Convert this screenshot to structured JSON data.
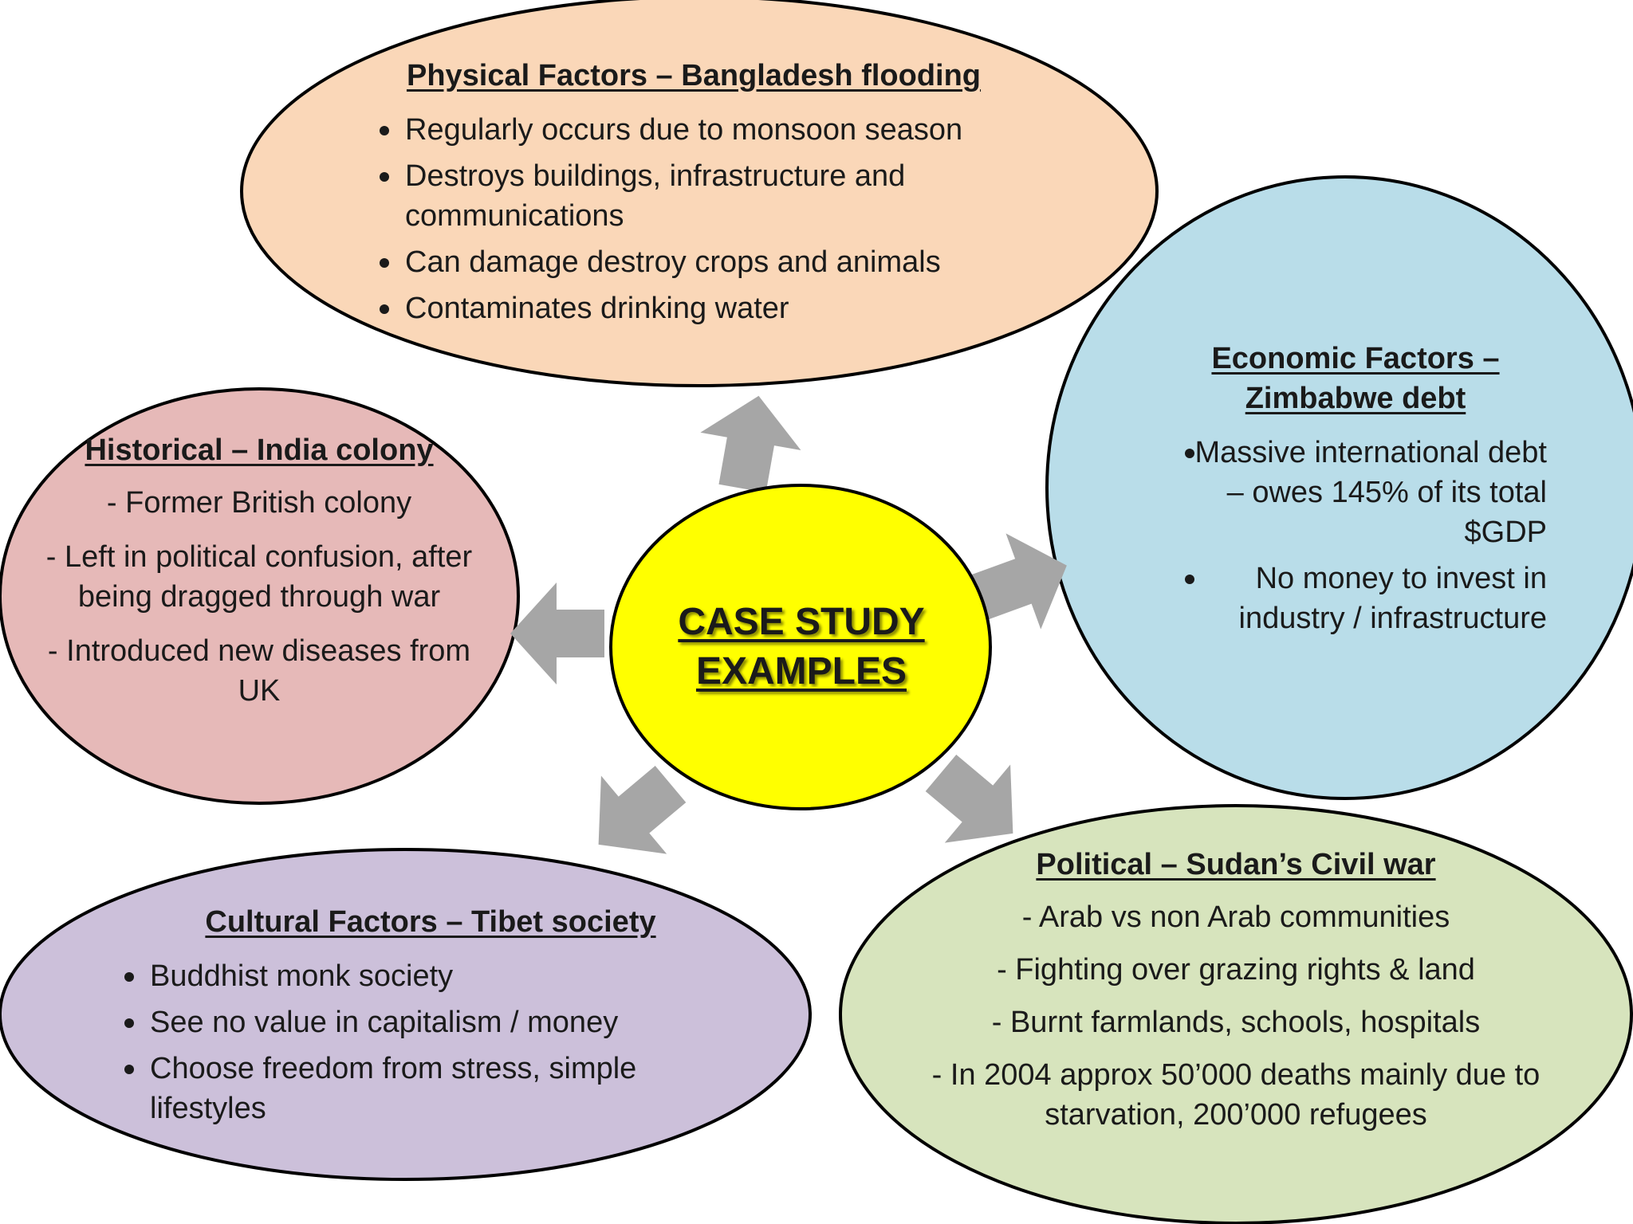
{
  "center": {
    "line1": "CASE STUDY",
    "line2": "EXAMPLES",
    "color": "#ffff00"
  },
  "physical": {
    "heading": "Physical Factors – Bangladesh flooding",
    "color": "#fad7b8",
    "items": [
      "Regularly occurs due to monsoon season",
      "Destroys buildings, infrastructure and communications",
      "Can damage destroy crops and animals",
      "Contaminates drinking water"
    ]
  },
  "economic": {
    "heading_line1": "Economic Factors –",
    "heading_line2": "Zimbabwe debt",
    "color": "#b9dde9",
    "items": [
      "Massive international debt – owes 145% of its total $GDP",
      "No money to invest in industry / infrastructure"
    ]
  },
  "historical": {
    "heading": "Historical – India colony",
    "color": "#e6b9b8",
    "items": [
      "- Former British colony",
      "- Left in political confusion, after being dragged through war",
      "- Introduced new diseases from UK"
    ]
  },
  "cultural": {
    "heading": "Cultural Factors – Tibet society",
    "color": "#ccc0da",
    "items": [
      "Buddhist monk society",
      "See no value in capitalism / money",
      "Choose freedom from stress, simple lifestyles"
    ]
  },
  "political": {
    "heading": "Political – Sudan’s Civil war",
    "color": "#d7e4bd",
    "items": [
      "- Arab vs non Arab communities",
      "- Fighting over grazing rights & land",
      "- Burnt farmlands, schools, hospitals",
      "- In 2004 approx 50’000 deaths mainly due to starvation, 200’000 refugees"
    ]
  },
  "arrow_color": "#a6a6a6"
}
